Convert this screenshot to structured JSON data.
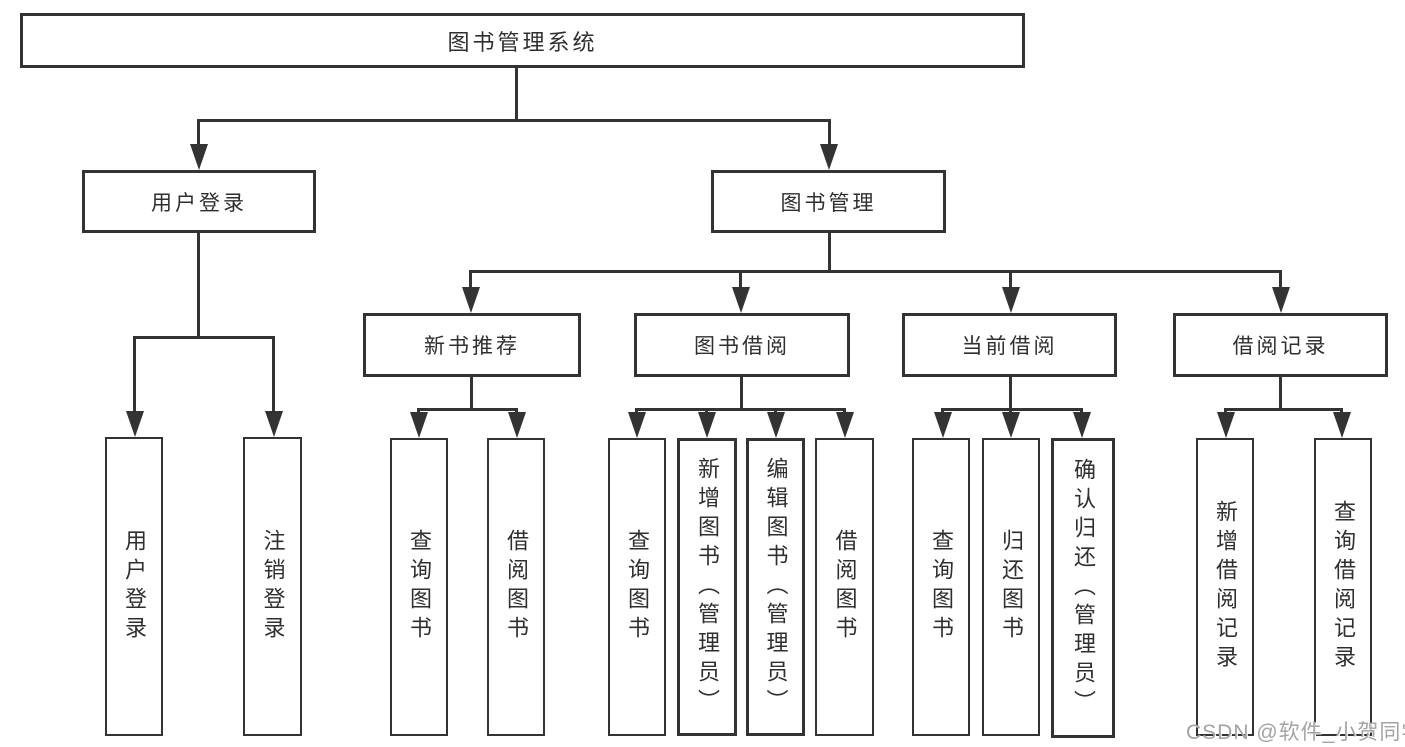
{
  "diagram": {
    "type": "tree",
    "root": {
      "label": "图书管理系统",
      "children": [
        {
          "label": "用户登录",
          "children": [
            {
              "label": "用户登录"
            },
            {
              "label": "注销登录"
            }
          ]
        },
        {
          "label": "图书管理",
          "children": [
            {
              "label": "新书推荐",
              "children": [
                {
                  "label": "查询图书"
                },
                {
                  "label": "借阅图书"
                }
              ]
            },
            {
              "label": "图书借阅",
              "children": [
                {
                  "label": "查询图书"
                },
                {
                  "label": "新增图书（管理员）"
                },
                {
                  "label": "编辑图书（管理员）"
                },
                {
                  "label": "借阅图书"
                }
              ]
            },
            {
              "label": "当前借阅",
              "children": [
                {
                  "label": "查询图书"
                },
                {
                  "label": "归还图书"
                },
                {
                  "label": "确认归还（管理员）"
                }
              ]
            },
            {
              "label": "借阅记录",
              "children": [
                {
                  "label": "新增借阅记录"
                },
                {
                  "label": "查询借阅记录"
                }
              ]
            }
          ]
        }
      ]
    }
  },
  "colors": {
    "line": "#333333",
    "border": "#333333",
    "text": "#2f2f2f",
    "watermark": "#a3a3a6",
    "background": "#ffffff"
  },
  "watermark": {
    "text": "CSDN @软件_小贺同学"
  }
}
